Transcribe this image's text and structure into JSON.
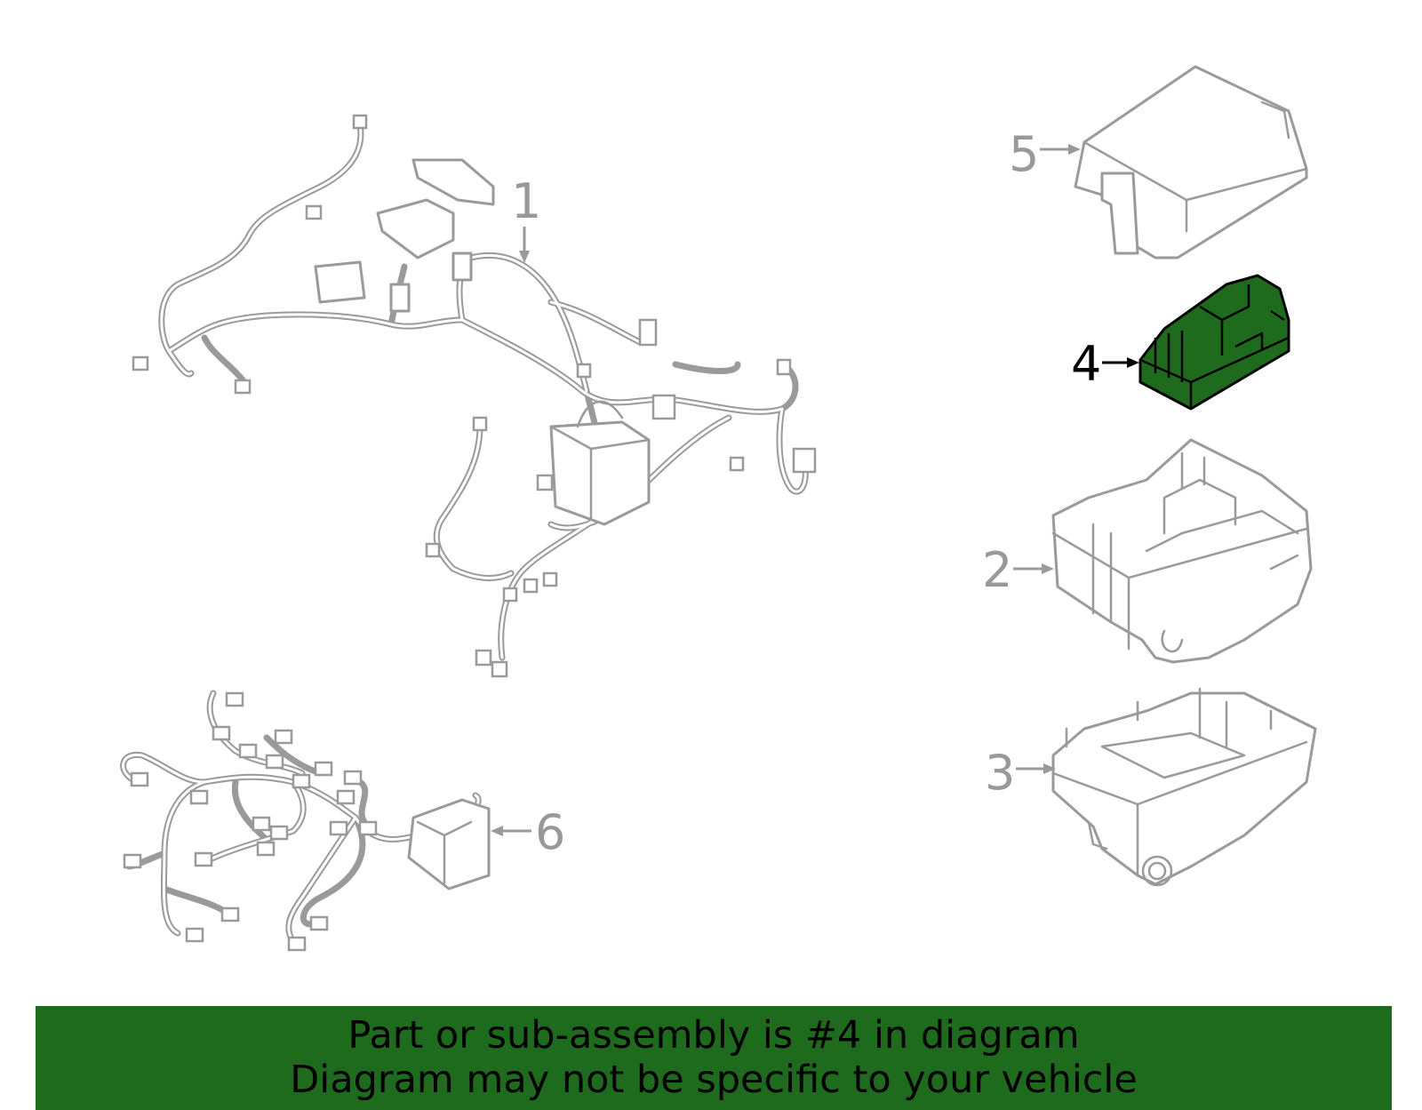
{
  "diagram": {
    "callouts": [
      {
        "number": "1"
      },
      {
        "number": "2"
      },
      {
        "number": "3"
      },
      {
        "number": "4",
        "highlighted": true
      },
      {
        "number": "5"
      },
      {
        "number": "6"
      }
    ],
    "highlight_color": "#1e6b1e",
    "line_color": "#9a9a9a"
  },
  "banner": {
    "line1": "Part or sub-assembly is #4 in diagram",
    "line2": "Diagram may not be specific to your vehicle",
    "background": "#1e6b1e"
  }
}
